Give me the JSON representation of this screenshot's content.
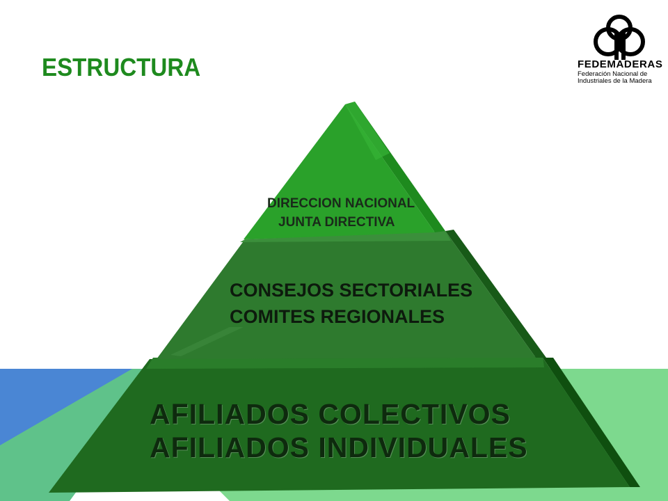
{
  "slide": {
    "title": "ESTRUCTURA"
  },
  "logo": {
    "name": "FEDEMADERAS",
    "subtitle_line1": "Federación Nacional de",
    "subtitle_line2": "Industriales de la Madera",
    "icon": "tree-logo-icon"
  },
  "pyramid": {
    "tiers": [
      {
        "lines": [
          "DIRECCION  NACIONAL",
          "JUNTA DIRECTIVA"
        ]
      },
      {
        "lines": [
          "CONSEJOS  SECTORIALES",
          "COMITES REGIONALES"
        ]
      },
      {
        "lines": [
          "AFILIADOS  COLECTIVOS",
          "AFILIADOS INDIVIDUALES"
        ]
      }
    ]
  },
  "colors": {
    "title": "#1e8a1e",
    "tier_top": "#2aa12a",
    "tier_middle": "#2e7a2e",
    "tier_bottom": "#1f6a1f",
    "bg_blue": "#4a86d4",
    "bg_green": "#7dd98e"
  }
}
